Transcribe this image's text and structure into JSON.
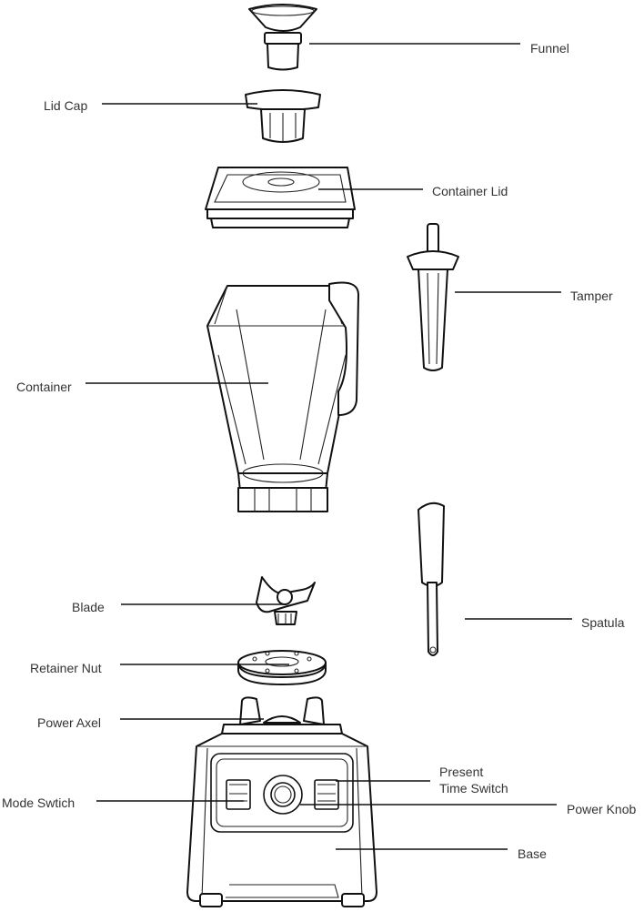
{
  "labels": {
    "funnel": "Funnel",
    "lid_cap": "Lid Cap",
    "container_lid": "Container Lid",
    "tamper": "Tamper",
    "container": "Container",
    "blade": "Blade",
    "spatula": "Spatula",
    "retainer_nut": "Retainer Nut",
    "power_axel": "Power Axel",
    "present_time_switch_line1": "Present",
    "present_time_switch_line2": "Time Switch",
    "mode_switch": "Mode Swtich",
    "power_knob": "Power Knob",
    "base": "Base"
  }
}
